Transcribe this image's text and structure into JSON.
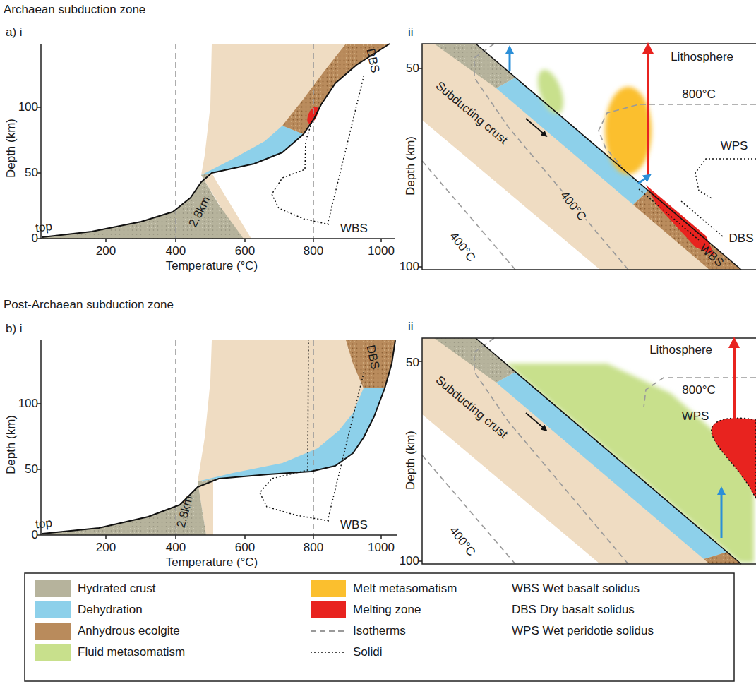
{
  "diagram": {
    "nodes": [
      {
        "text": [
          "Lithosphere"
        ]
      },
      {
        "text": [
          "Lithosphere"
        ]
      }
    ],
    "labels": [
      "Archaean subduction zone",
      "a) i",
      "100",
      "50",
      "0",
      "Depth (km)",
      "top",
      "2.8km",
      "WBS",
      "DBS",
      "200",
      "400",
      "600",
      "800",
      "1000",
      "Temperature (°C)",
      "ii",
      "50",
      "100",
      "Depth (km)",
      "800°C",
      "WPS",
      "Subducting crust",
      "400°C",
      "400°C",
      "WBS",
      "DBS",
      "Post-Archaean subduction zone",
      "b) i",
      "100",
      "50",
      "0",
      "Depth (km)",
      "top",
      "2.8km",
      "WBS",
      "DBS",
      "200",
      "400",
      "600",
      "800",
      "1000",
      "Temperature (°C)",
      "ii",
      "50",
      "100",
      "Depth (km)",
      "800°C",
      "WPS",
      "Subducting crust",
      "400°C",
      "WBS Wet basalt solidus",
      "DBS Dry basalt solidus",
      "WPS Wet peridotie solidus"
    ],
    "legend": [
      {
        "text": "Hydrated crust",
        "color": "#b6b39c"
      },
      {
        "text": "Dehydration",
        "color": "#8dd0ea"
      },
      {
        "text": "Anhydrous ecolgite",
        "color": "#b98b5c"
      },
      {
        "text": "Fluid metasomatism",
        "color": "#c8e08c"
      },
      {
        "text": "Melt metasomatism",
        "color": "#fbbf2e"
      },
      {
        "text": "Melting zone",
        "color": "#e8231f"
      },
      {
        "text": "Isotherms"
      },
      {
        "text": "Solidi"
      }
    ]
  }
}
